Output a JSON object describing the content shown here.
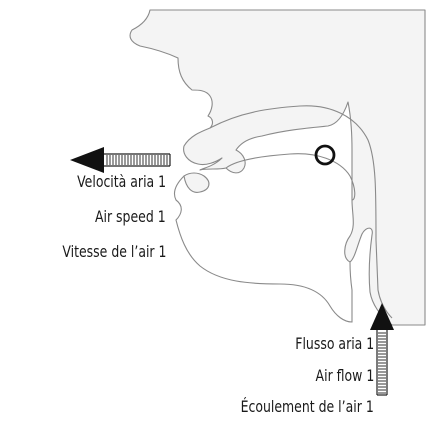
{
  "left_labels": [
    "Velocità aria 1",
    "Air speed 1",
    "Vitesse de l’air 1"
  ],
  "right_labels": [
    "Flusso aria 1",
    "Air flow 1",
    "Écoulement de l’air 1"
  ]
}
